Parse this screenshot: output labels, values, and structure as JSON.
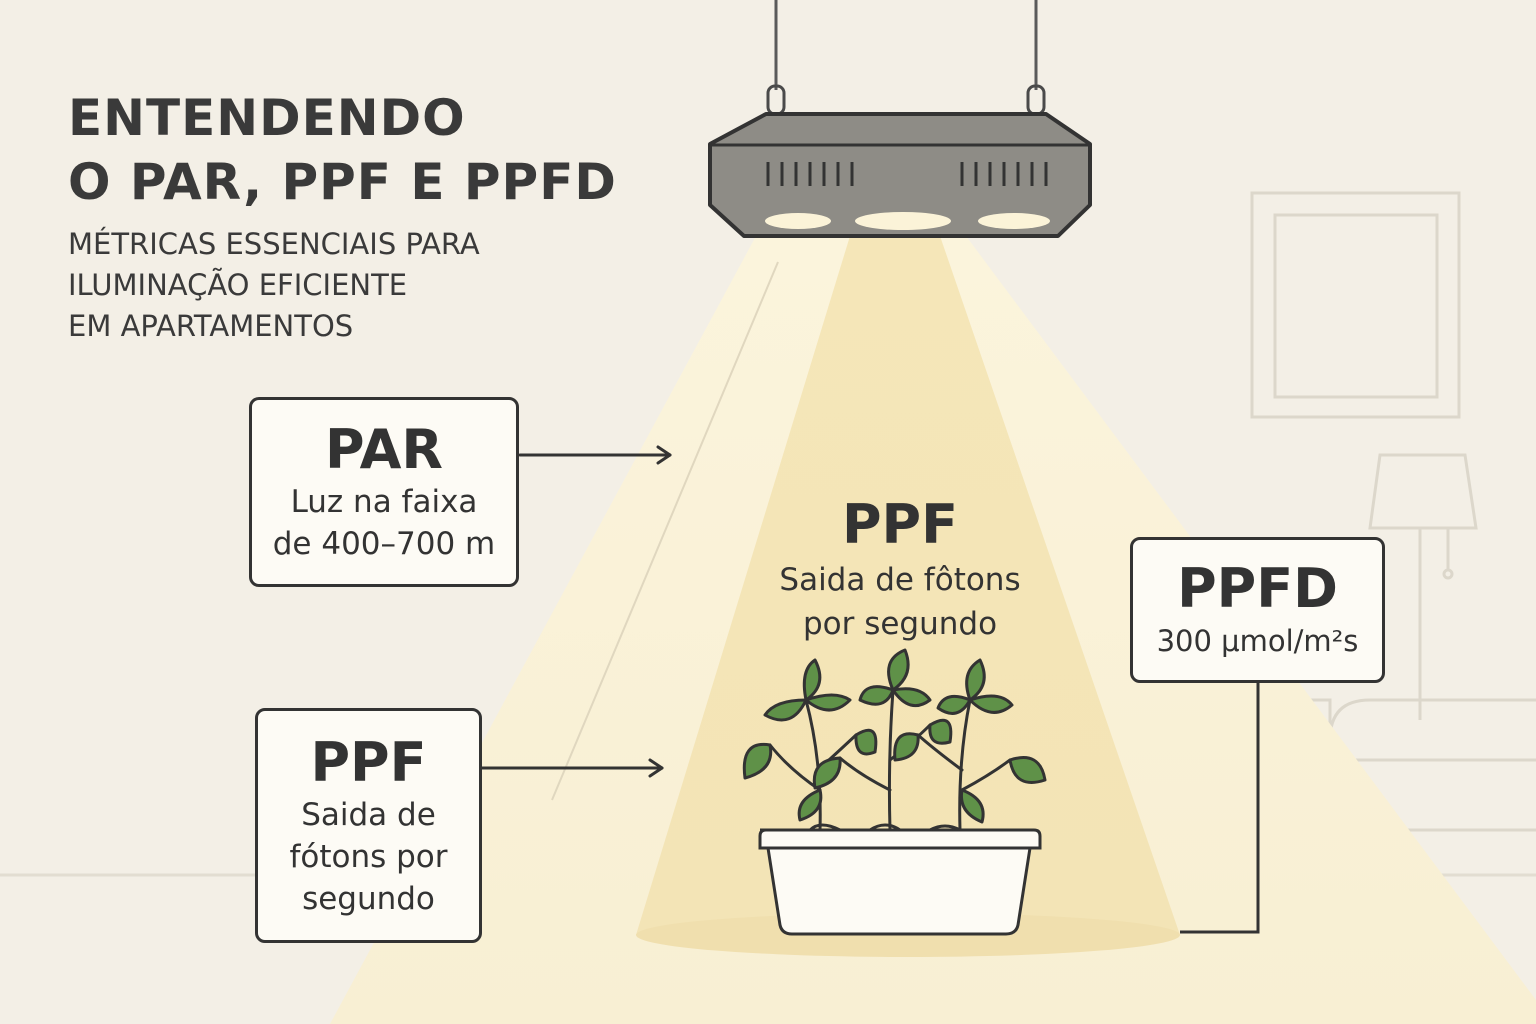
{
  "title": {
    "lines": [
      "ENTENDENDO",
      "O PAR, PPF E PPFD"
    ]
  },
  "subtitle": {
    "lines": [
      "MÉTRICAS ESSENCIAIS PARA",
      "ILUMINAÇÃO EFICIENTE",
      "EM APARTAMENTOS"
    ]
  },
  "cards": {
    "par": {
      "heading": "PAR",
      "lines": [
        "Luz na faixa",
        "de 400–700 m"
      ]
    },
    "ppf": {
      "heading": "PPF",
      "lines": [
        "Saida de",
        "fótons por",
        "segundo"
      ]
    },
    "ppfd": {
      "heading": "PPFD",
      "lines": [
        "300 μmol/m²s"
      ]
    }
  },
  "center_label": {
    "heading": "PPF",
    "lines": [
      "Saida de fôtons",
      "por segundo"
    ]
  },
  "colors": {
    "background": "#f3efe6",
    "light_beam": "#f7eac4",
    "lamp_body": "#8e8c86",
    "leaf": "#5f9148",
    "outline": "#333333"
  },
  "icons": [
    "grow-light-icon",
    "plant-pot-icon",
    "lamp-icon",
    "sofa-icon",
    "picture-frame-icon",
    "arrow-right-icon"
  ]
}
